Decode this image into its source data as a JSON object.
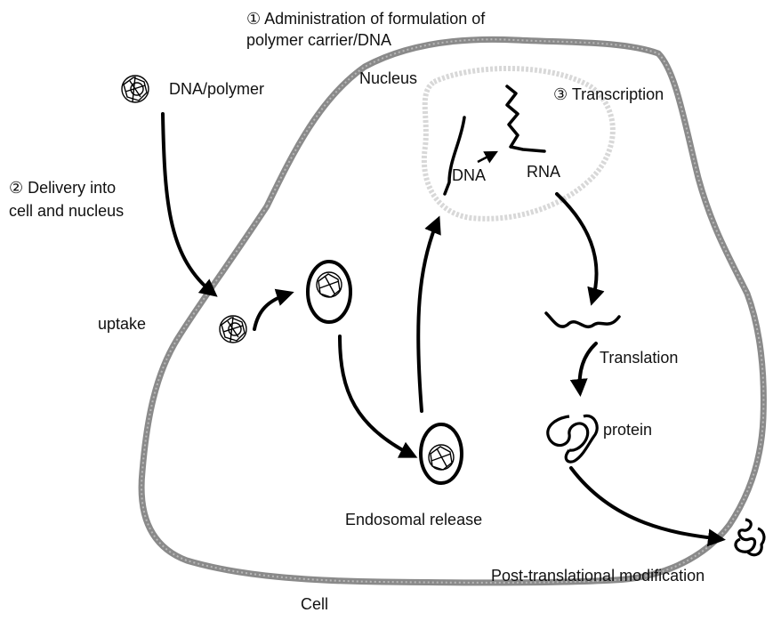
{
  "labels": {
    "step1_line1": "① Administration of formulation of",
    "step1_line2": "polymer carrier/DNA",
    "dna_polymer": "DNA/polymer",
    "step2_line1": "② Delivery into",
    "step2_line2": "cell and nucleus",
    "uptake": "uptake",
    "nucleus": "Nucleus",
    "step3": "③ Transcription",
    "dna": "DNA",
    "rna": "RNA",
    "translation": "Translation",
    "protein": "protein",
    "endosomal_release": "Endosomal  release",
    "post_translational": "Post-translational  modification",
    "cell": "Cell"
  },
  "colors": {
    "cell_membrane": "#8a8a8a",
    "nuclear_envelope": "#d8d8d8",
    "arrows": "#000000"
  }
}
